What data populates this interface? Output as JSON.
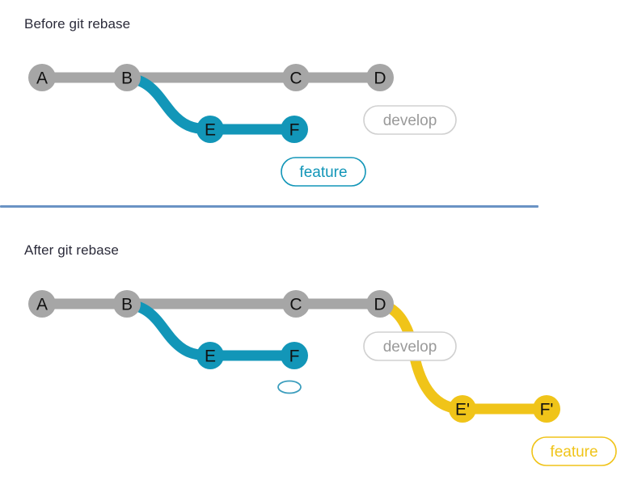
{
  "colors": {
    "commit_gray": "#a6a6a6",
    "branch_teal": "#1296b8",
    "branch_gold": "#f0c419",
    "divider_blue": "#6a93c4",
    "title_text": "#2b2b3a",
    "node_text": "#111111",
    "pill_gray_border": "#d0d0d0",
    "pill_gray_text": "#9a9a9a",
    "background": "#ffffff"
  },
  "panels": [
    {
      "id": "before",
      "title": "Before git rebase",
      "main_branch": {
        "name": "develop",
        "color": "#a6a6a6",
        "commits": [
          "A",
          "B",
          "C",
          "D"
        ]
      },
      "topic_branch": {
        "name": "feature",
        "color": "#1296b8",
        "commits": [
          "E",
          "F"
        ],
        "forks_from": "B"
      },
      "labels": [
        {
          "text": "develop",
          "color": "#9a9a9a",
          "border": "#d0d0d0",
          "attached_to": "D"
        },
        {
          "text": "feature",
          "color": "#1296b8",
          "border": "#1296b8",
          "attached_to": "F"
        }
      ]
    },
    {
      "id": "after",
      "title": "After git rebase",
      "main_branch": {
        "name": "develop",
        "color": "#a6a6a6",
        "commits": [
          "A",
          "B",
          "C",
          "D"
        ]
      },
      "old_topic_branch": {
        "name": "",
        "color": "#1296b8",
        "commits": [
          "E",
          "F"
        ],
        "forks_from": "B",
        "marker": "empty-ellipse"
      },
      "topic_branch": {
        "name": "feature",
        "color": "#f0c419",
        "commits": [
          "E'",
          "F'"
        ],
        "forks_from": "D"
      },
      "labels": [
        {
          "text": "develop",
          "color": "#9a9a9a",
          "border": "#d0d0d0",
          "attached_to": "D"
        },
        {
          "text": "feature",
          "color": "#f0c419",
          "border": "#f0c419",
          "attached_to": "F'"
        }
      ]
    }
  ],
  "nodes_before": {
    "A": "A",
    "B": "B",
    "C": "C",
    "D": "D",
    "E": "E",
    "F": "F"
  },
  "nodes_after": {
    "A": "A",
    "B": "B",
    "C": "C",
    "D": "D",
    "E": "E",
    "F": "F",
    "Ep": "E'",
    "Fp": "F'"
  },
  "pills": {
    "before_develop": "develop",
    "before_feature": "feature",
    "after_develop": "develop",
    "after_feature": "feature"
  }
}
